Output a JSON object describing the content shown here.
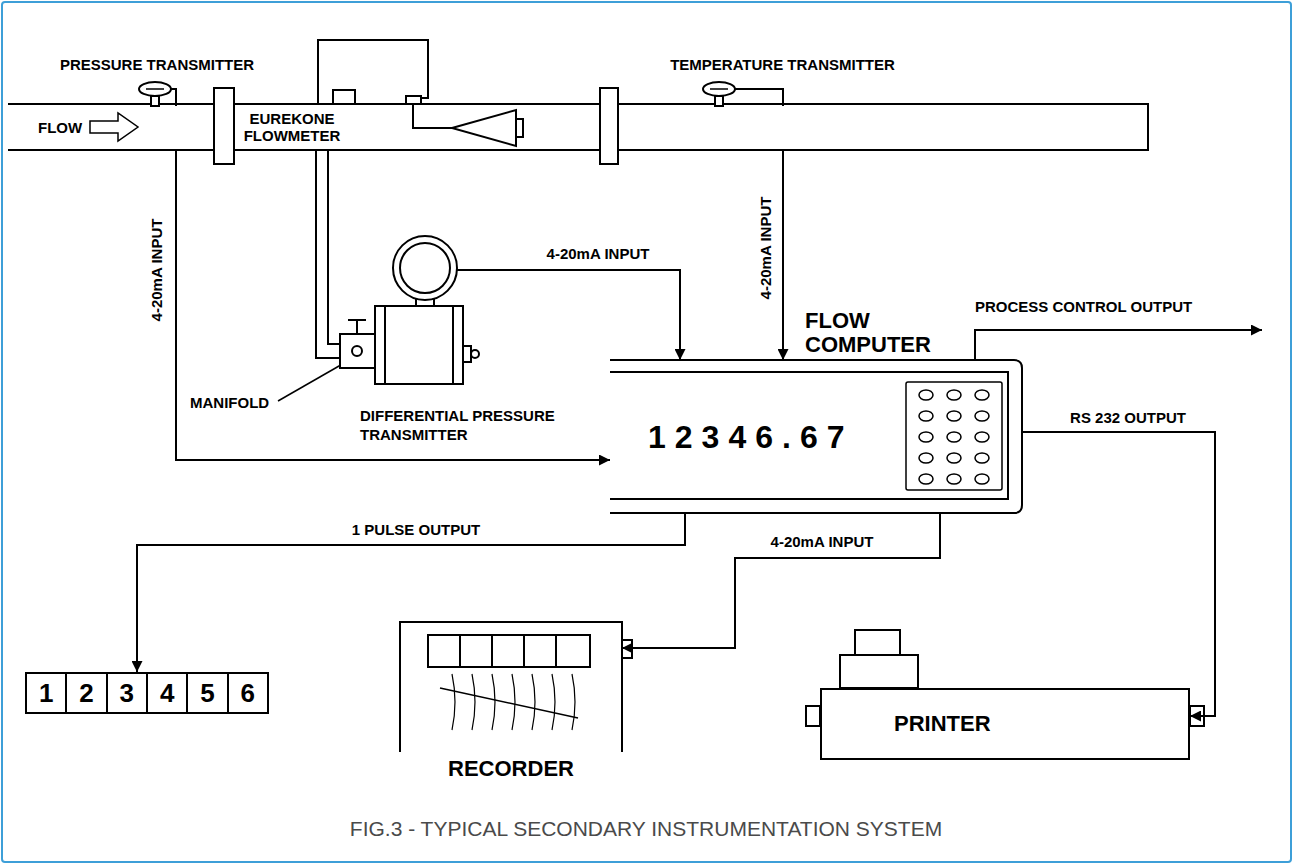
{
  "diagram": {
    "caption": "FIG.3 - TYPICAL SECONDARY INSTRUMENTATION SYSTEM",
    "nodes": [
      {
        "text": [
          "PRESSURE TRANSMITTER"
        ]
      },
      {
        "text": [
          "TEMPERATURE TRANSMITTER"
        ]
      },
      {
        "text": [
          "DIFFERENTIAL PRESSURE TRANSMITTER"
        ]
      },
      {
        "text": [
          "FLOW COMPUTER",
          "12346.67"
        ]
      },
      {
        "text": [
          "1",
          "2",
          "3",
          "4",
          "5",
          "6"
        ]
      },
      {
        "text": [
          "RECORDER"
        ]
      },
      {
        "text": [
          "PRINTER"
        ]
      }
    ],
    "edges": [
      {
        "from": 0,
        "to": 3,
        "label": "4-20mA INPUT",
        "arrow": "to"
      },
      {
        "from": 2,
        "to": 3,
        "label": "4-20mA INPUT",
        "arrow": "to"
      },
      {
        "from": 1,
        "to": 3,
        "label": "4-20mA INPUT",
        "arrow": "to"
      },
      {
        "from": 3,
        "to": 4,
        "label": "1 PULSE OUTPUT",
        "arrow": "to"
      },
      {
        "from": 3,
        "to": 5,
        "label": "4-20mA INPUT",
        "arrow": "to"
      },
      {
        "from": 3,
        "to": 6,
        "label": "RS 232 OUTPUT",
        "arrow": "to"
      }
    ],
    "labels": [
      "FLOW",
      "EUREKONE FLOWMETER",
      "MANIFOLD",
      "PROCESS CONTROL OUTPUT"
    ]
  }
}
